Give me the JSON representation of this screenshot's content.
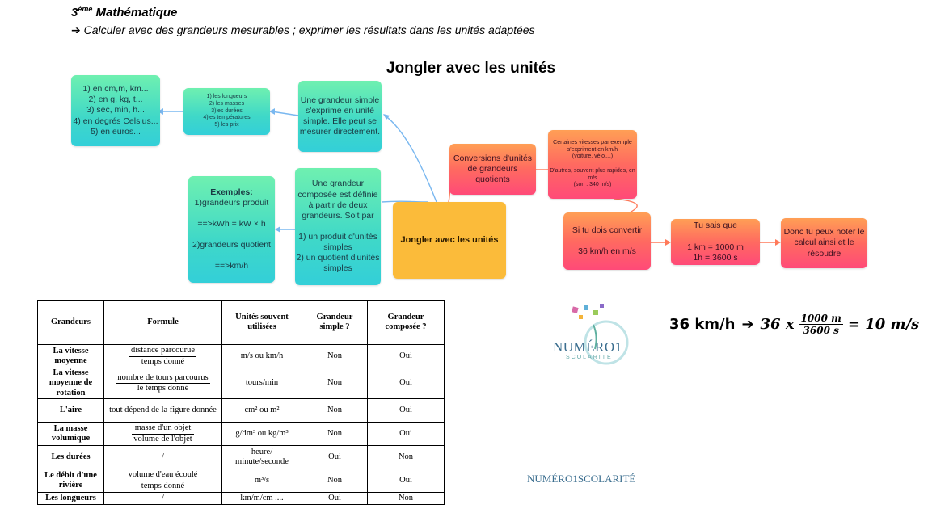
{
  "header": {
    "level": "3",
    "level_sup": "ème",
    "subject": "Mathématique",
    "arrow": "➔",
    "objective": "Calculer avec des grandeurs mesurables ; exprimer les résultats dans les unités adaptées"
  },
  "mindmap": {
    "title": "Jongler avec les unités",
    "center": "Jongler avec les unités",
    "simple_units": "1) en cm,m, km...\n2) en g, kg, t...\n3) sec, min, h...\n4) en degrés Celsius...\n5) en euros...",
    "simple_list": "1) les longueurs\n2) les masses\n3)les durées\n4)les températures\n5) les prix",
    "simple_def": "Une grandeur simple s'exprime en unité simple. Elle peut se mesurer directement.",
    "examples_title": "Exemples:",
    "examples_body": "1)grandeurs produit\n\n==>kWh = kW × h\n\n2)grandeurs quotient\n\n==>km/h",
    "compound_def": "Une grandeur composée est définie à partir de deux grandeurs. Soit par\n\n1) un produit d'unités simples\n2) un quotient d'unités simples",
    "conversions": "Conversions d'unités de grandeurs quotients",
    "speeds": "Certaines vitesses par exemple s'expriment en km/h\n(voiture, vélo,...)\n\nD'autres, souvent plus rapides, en m/s\n(son : 340 m/s)",
    "convert": "Si tu dois convertir\n\n36 km/h en m/s",
    "know": "Tu sais que\n\n1 km = 1000 m\n1h = 3600 s",
    "result": "Donc tu peux noter le calcul ainsi et le résoudre"
  },
  "table": {
    "headers": [
      "Grandeurs",
      "Formule",
      "Unités souvent utilisées",
      "Grandeur simple ?",
      "Grandeur composée ?"
    ],
    "rows": [
      {
        "name": "La vitesse moyenne",
        "num": "distance parcourue",
        "den": "temps donné",
        "formula": "",
        "units": "m/s ou km/h",
        "simple": "Non",
        "compound": "Oui"
      },
      {
        "name": "La vitesse moyenne de rotation",
        "num": "nombre de tours parcourus",
        "den": "le temps donné",
        "formula": "",
        "units": "tours/min",
        "simple": "Non",
        "compound": "Oui"
      },
      {
        "name": "L'aire",
        "num": "",
        "den": "",
        "formula": "tout dépend de la figure donnée",
        "units": "cm² ou m²",
        "simple": "Non",
        "compound": "Oui"
      },
      {
        "name": "La masse volumique",
        "num": "masse d'un objet",
        "den": "volume de l'objet",
        "formula": "",
        "units": "g/dm³ ou kg/m³",
        "simple": "Non",
        "compound": "Oui"
      },
      {
        "name": "Les durées",
        "num": "",
        "den": "",
        "formula": "/",
        "units": "heure/ minute/seconde",
        "simple": "Oui",
        "compound": "Non"
      },
      {
        "name": "Le débit d'une rivière",
        "num": "volume  d'eau écoulé",
        "den": "temps donné",
        "formula": "",
        "units": "m³/s",
        "simple": "Non",
        "compound": "Oui"
      },
      {
        "name": "Les longueurs",
        "num": "",
        "den": "",
        "formula": "/",
        "units": "km/m/cm ....",
        "simple": "Oui",
        "compound": "Non"
      }
    ]
  },
  "logo": {
    "main": "NUMÉRO1",
    "sub": "SCOLARITÉ",
    "bottom": "NUMÉRO1SCOLARITÉ"
  },
  "formula": {
    "lhs": "36 km/h",
    "arrow": "➔",
    "factor": "36 x",
    "num": "1000 m",
    "den": "3600 s",
    "rhs": "= 10 m/s"
  },
  "colors": {
    "green_node": "#3fd8c8",
    "red_node": "#ff5a6e",
    "center_node": "#fbbb3a",
    "link_blue": "#7ab8f0",
    "link_red": "#ff7a5a"
  }
}
